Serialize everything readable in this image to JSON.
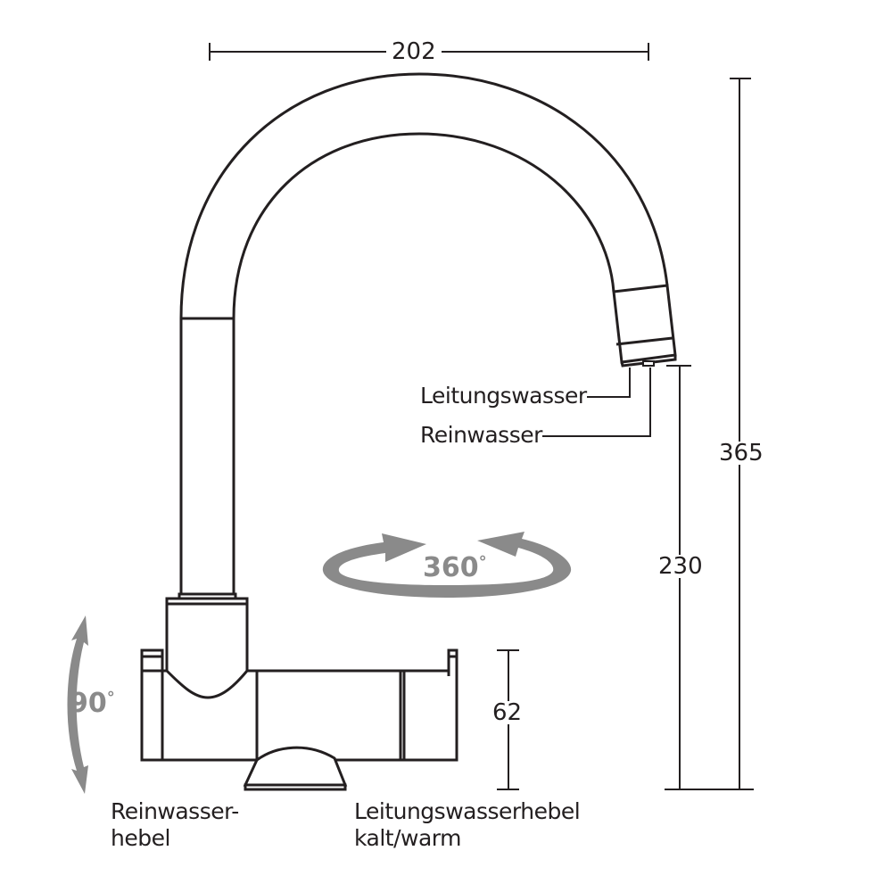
{
  "dimensions": {
    "width": "202",
    "total_height": "365",
    "spout_height": "230",
    "base_height": "62"
  },
  "rotation": {
    "spout": "360",
    "lever": "90",
    "degree": "°"
  },
  "labels": {
    "tap_water_outlet": "Leitungswasser",
    "pure_water_outlet": "Reinwasser",
    "pure_water_lever_line1": "Reinwasser-",
    "pure_water_lever_line2": "hebel",
    "tap_water_lever_line1": "Leitungswasserhebel",
    "tap_water_lever_line2": "kalt/warm"
  },
  "colors": {
    "line": "#231f20",
    "arrow": "#8a8a8a"
  }
}
